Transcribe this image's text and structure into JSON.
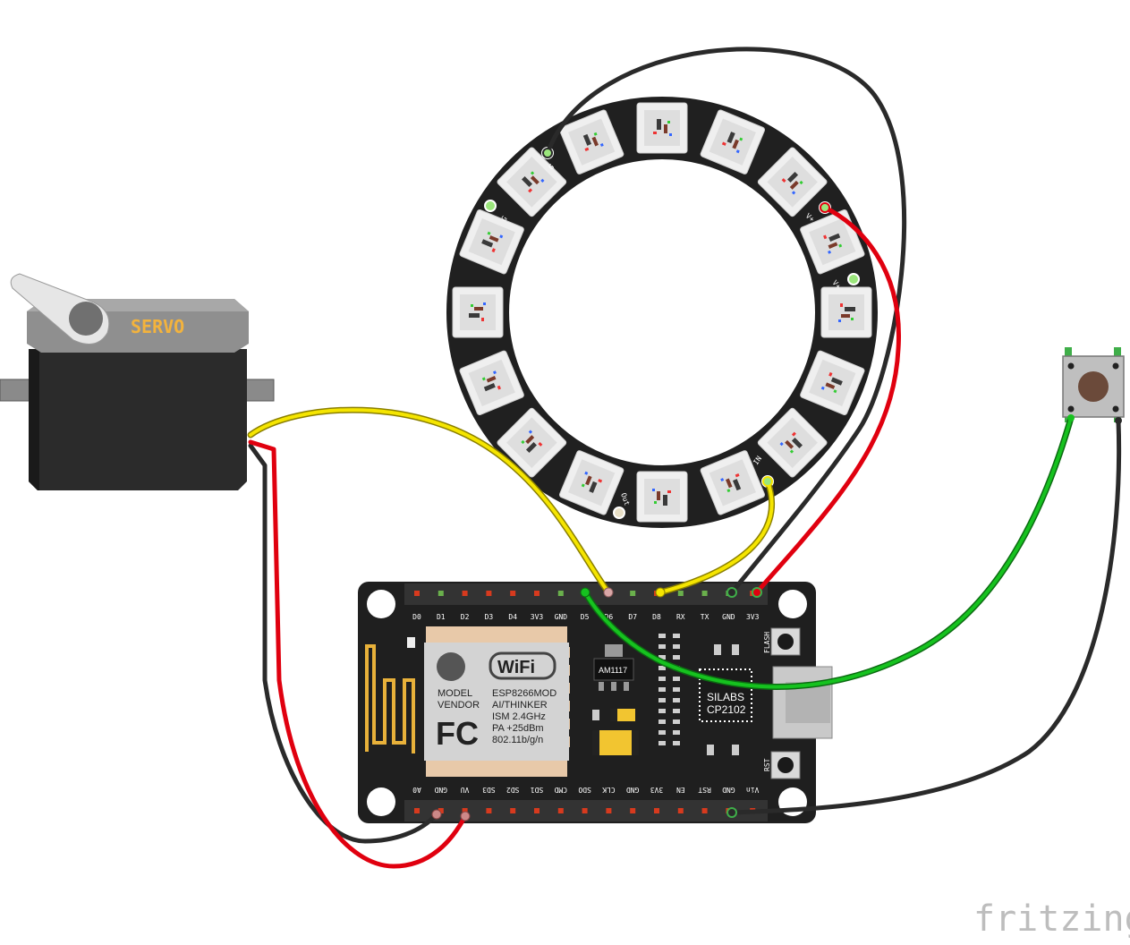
{
  "servo": {
    "label": "SERVO"
  },
  "ring": {
    "pad_labels": [
      "G",
      "G",
      "V+",
      "V+",
      "IN",
      "Out"
    ]
  },
  "board": {
    "top_pins": [
      "D0",
      "D1",
      "D2",
      "D3",
      "D4",
      "3V3",
      "GND",
      "D5",
      "D6",
      "D7",
      "D8",
      "RX",
      "TX",
      "GND",
      "3V3"
    ],
    "bottom_pins": [
      "A0",
      "GND",
      "VU",
      "SD3",
      "SD2",
      "SD1",
      "CMD",
      "SDO",
      "CLK",
      "GND",
      "3V3",
      "EN",
      "RST",
      "GND",
      "Vin"
    ],
    "module": {
      "model": "MODEL",
      "vendor": "VENDOR",
      "wifi": "WiFi",
      "name": "ESP8266MOD",
      "maker": "AI/THINKER",
      "band": "ISM 2.4GHz",
      "power": "PA +25dBm",
      "std": "802.11b/g/n",
      "fcc": "FC"
    },
    "regulator": "AM1117",
    "usb_chip": {
      "line1": "SILABS",
      "line2": "CP2102"
    },
    "buttons": {
      "flash": "FLASH",
      "rst": "RST"
    }
  },
  "brand": {
    "logo": "fritzing"
  },
  "colors": {
    "wire_yellow": "#f5e500",
    "wire_red": "#e0000f",
    "wire_black": "#2a2a2a",
    "wire_green": "#16c21f",
    "board": "#1f1f1f",
    "ring": "#202020",
    "led": "#efefef"
  }
}
